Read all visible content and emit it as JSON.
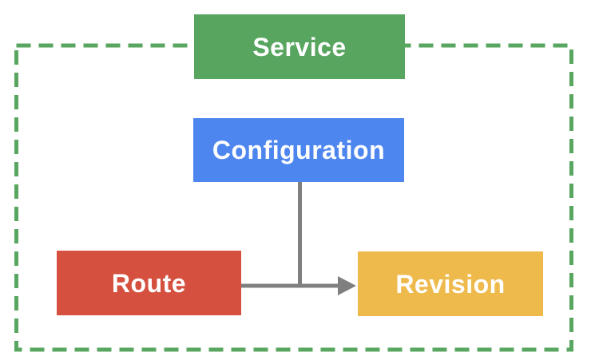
{
  "diagram": {
    "background_color": "#ffffff",
    "boundary": {
      "color": "#58A65F",
      "style": "dashed"
    },
    "connector": {
      "color": "#7F7F7F"
    },
    "nodes": {
      "service": {
        "label": "Service",
        "color": "#57A55F",
        "text_color": "#ffffff"
      },
      "configuration": {
        "label": "Configuration",
        "color": "#4E86EF",
        "text_color": "#ffffff"
      },
      "route": {
        "label": "Route",
        "color": "#D5503F",
        "text_color": "#ffffff"
      },
      "revision": {
        "label": "Revision",
        "color": "#EFBA4C",
        "text_color": "#ffffff"
      }
    },
    "edges": [
      {
        "from": "configuration",
        "to": "revision",
        "arrow": false
      },
      {
        "from": "route",
        "to": "revision",
        "arrow": true
      }
    ]
  }
}
